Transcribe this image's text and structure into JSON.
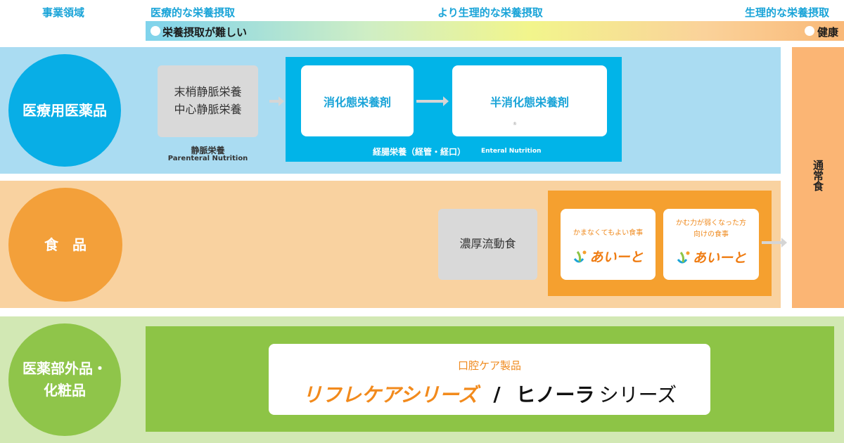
{
  "header": {
    "domain_label": "事業領域",
    "left_label": "医療的な栄養摂取",
    "center_label": "より生理的な栄養摂取",
    "right_label": "生理的な栄養摂取",
    "gradient_left": "栄養摂取が難しい",
    "gradient_right": "健康"
  },
  "rows": {
    "pharma": {
      "circle": "医療用医薬品",
      "parenteral_line1": "末梢静脈栄養",
      "parenteral_line2": "中心静脈栄養",
      "parenteral_caption": "静脈栄養",
      "parenteral_caption_en": "Parenteral Nutrition",
      "box1": "消化態栄養剤",
      "box2": "半消化態栄養剤",
      "box2_mark": "®",
      "enteral_caption": "経腸栄養（経管・経口）",
      "enteral_caption_en": "Enteral Nutrition"
    },
    "food": {
      "circle": "食　品",
      "thick_liquid": "濃厚流動食",
      "card1_text": "かまなくてもよい食事",
      "card1_logo": "あいーと",
      "card2_line1": "かむ力が弱くなった方",
      "card2_line2": "向けの食事",
      "card2_logo": "あいーと"
    },
    "quasi": {
      "circle_line1": "医薬部外品・",
      "circle_line2": "化粧品",
      "oral_care": "口腔ケア製品",
      "brand1": "リフレケアシリーズ",
      "separator": "/",
      "brand2": "ヒノーラ",
      "brand2_suffix": "シリーズ"
    }
  },
  "side": {
    "regular_diet": "通常食"
  },
  "colors": {
    "blue_band": "#aadcf2",
    "blue_circle": "#08aee6",
    "enteral_box": "#01b4e8",
    "orange_band": "#f9d2a0",
    "orange_circle": "#f3a03a",
    "food_box": "#f5a02f",
    "side_bar": "#fbb574",
    "green_band": "#d2e8b4",
    "green_circle": "#8fc54a",
    "green_box": "#8dc446"
  }
}
